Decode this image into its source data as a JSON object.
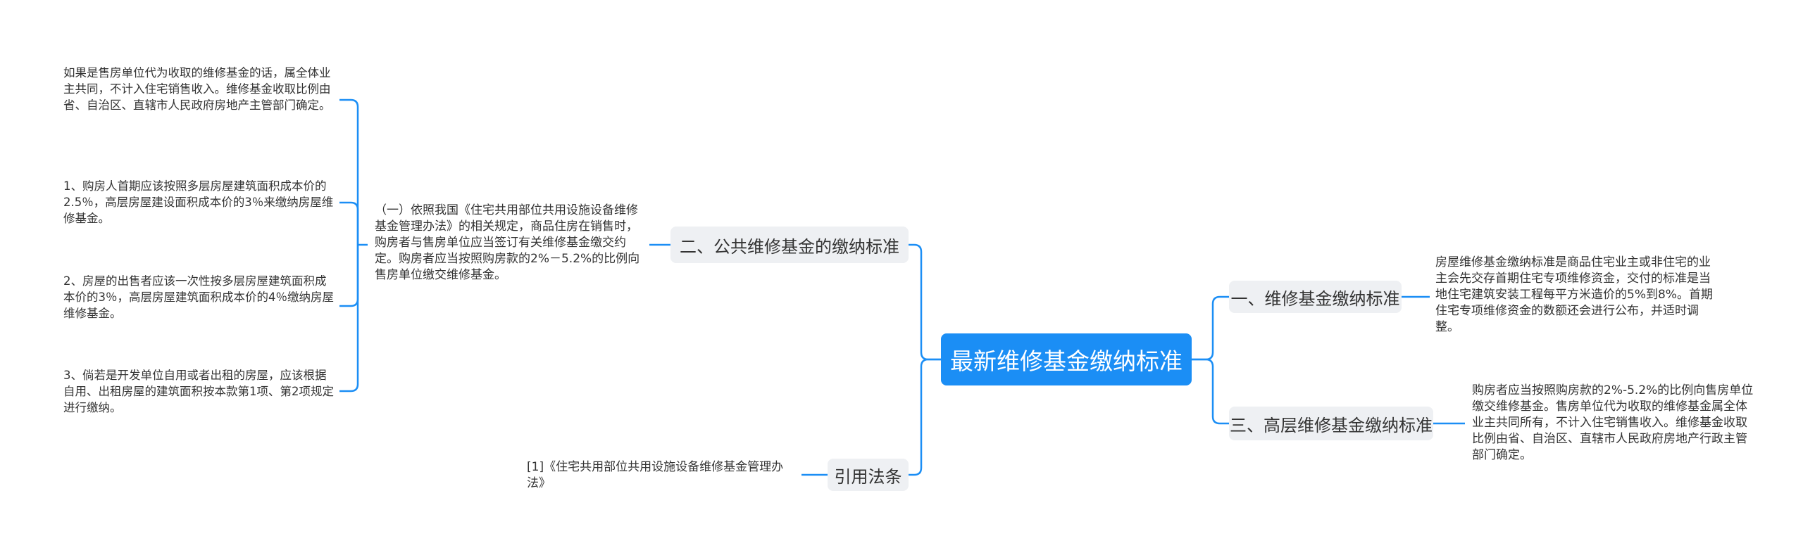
{
  "root": {
    "label": "最新维修基金缴纳标准"
  },
  "branches": {
    "b1": {
      "label": "一、维修基金缴纳标准"
    },
    "b2": {
      "label": "二、公共维修基金的缴纳标准"
    },
    "b3": {
      "label": "三、高层维修基金缴纳标准"
    },
    "b4": {
      "label": "引用法条"
    }
  },
  "leaves": {
    "b1_text": "房屋维修基金缴纳标准是商品住宅业主或非住宅的业主会先交存首期住宅专项维修资金，交付的标准是当地住宅建筑安装工程每平方米造价的5%到8%。首期住宅专项维修资金的数额还会进行公布，并适时调整。",
    "b3_text": "购房者应当按照购房款的2%-5.2%的比例向售房单位缴交维修基金。售房单位代为收取的维修基金属全体业主共同所有，不计入住宅销售收入。维修基金收取比例由省、自治区、直辖市人民政府房地产行政主管部门确定。",
    "b2_mid": "（一）依照我国《住宅共用部位共用设施设备维修基金管理办法》的相关规定，商品住房在销售时，购房者与售房单位应当签订有关维修基金缴交约定。购房者应当按照购房款的2%－5.2%的比例向售房单位缴交维修基金。",
    "b2_items": [
      "如果是售房单位代为收取的维修基金的话，属全体业主共同，不计入住宅销售收入。维修基金收取比例由省、自治区、直辖市人民政府房地产主管部门确定。",
      "1、购房人首期应该按照多层房屋建筑面积成本价的2.5％，高层房屋建设面积成本价的3％来缴纳房屋维修基金。",
      "2、房屋的出售者应该一次性按多层房屋建筑面积成本价的3％，高层房屋建筑面积成本价的4％缴纳房屋维修基金。",
      "3、倘若是开发单位自用或者出租的房屋，应该根据自用、出租房屋的建筑面积按本款第1项、第2项规定进行缴纳。"
    ],
    "b4_text": "[1]《住宅共用部位共用设施设备维修基金管理办法》"
  },
  "colors": {
    "root": "#1b8ef5",
    "line": "#1b8ef5",
    "branch_bg": "#eef0f3"
  }
}
